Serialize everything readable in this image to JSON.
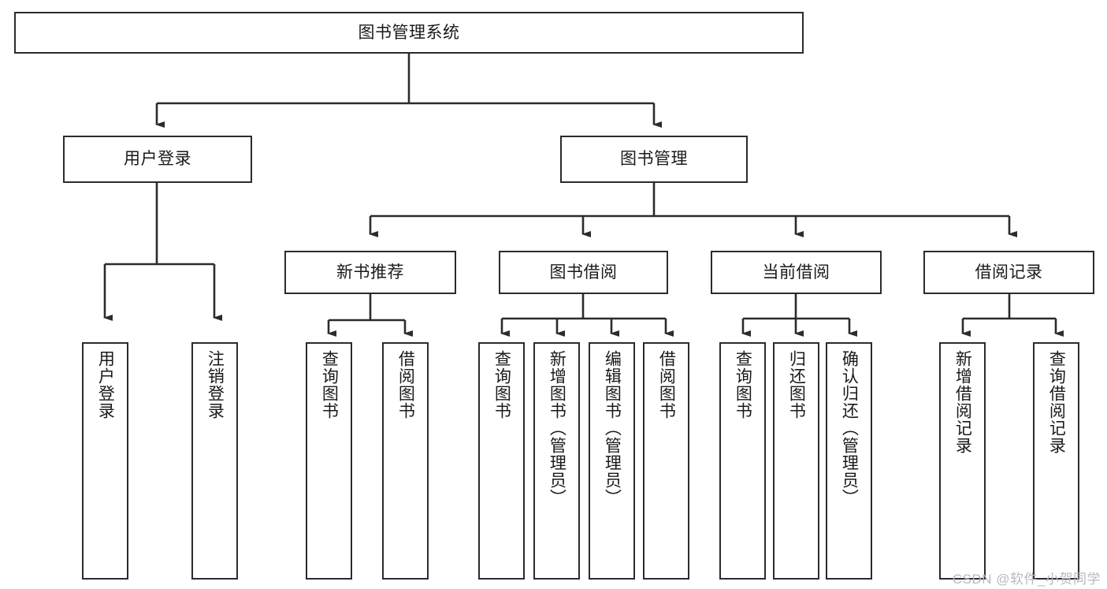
{
  "diagram": {
    "title": "图书管理系统",
    "type": "tree-hierarchy-chart",
    "root": {
      "label": "图书管理系统"
    },
    "level1": [
      {
        "label": "用户登录"
      },
      {
        "label": "图书管理"
      }
    ],
    "level2": [
      {
        "label": "新书推荐"
      },
      {
        "label": "图书借阅"
      },
      {
        "label": "当前借阅"
      },
      {
        "label": "借阅记录"
      }
    ],
    "leaves": {
      "user_login": [
        {
          "label": "用户登录"
        },
        {
          "label": "注销登录"
        }
      ],
      "new_book_recommend": [
        {
          "label": "查询图书"
        },
        {
          "label": "借阅图书"
        }
      ],
      "book_borrow": [
        {
          "label": "查询图书"
        },
        {
          "label": "新增图书（管理员）"
        },
        {
          "label": "编辑图书（管理员）"
        },
        {
          "label": "借阅图书"
        }
      ],
      "current_borrow": [
        {
          "label": "查询图书"
        },
        {
          "label": "归还图书"
        },
        {
          "label": "确认归还（管理员）"
        }
      ],
      "borrow_record": [
        {
          "label": "新增借阅记录"
        },
        {
          "label": "查询借阅记录"
        }
      ]
    }
  },
  "watermark": {
    "text": "CSDN @软件_小贺同学"
  },
  "colors": {
    "stroke": "#2b2b2b",
    "fill": "#ffffff",
    "text": "#1a1a1a",
    "watermark": "#b9b9b9"
  }
}
